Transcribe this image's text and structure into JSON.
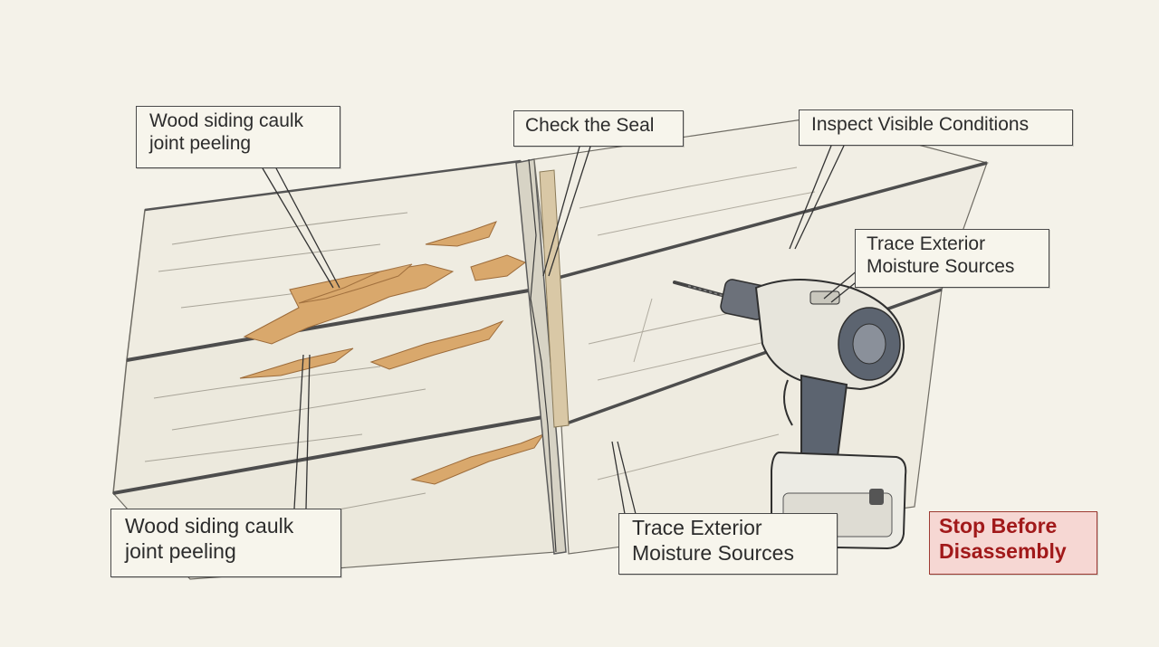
{
  "labels": {
    "caulk_top": "Wood siding caulk\njoint peeling",
    "check_seal": "Check the Seal",
    "inspect": "Inspect Visible Conditions",
    "trace_upper": "Trace Exterior\nMoisture Sources",
    "caulk_bottom": "Wood siding caulk\njoint peeling",
    "trace_lower": "Trace Exterior\nMoisture Sources",
    "stop": "Stop Before\nDisassembly"
  },
  "icons": {
    "tool": "cordless-drill-icon",
    "damage": "peeling-paint-patch"
  },
  "colors": {
    "background": "#f4f2e9",
    "ink": "#2c2c2c",
    "board": "#efece1",
    "peel": "#d9a86c",
    "warning_text": "#a1191a",
    "warning_fill": "#f6d7d3",
    "drill_body": "#e7e5dc",
    "drill_grip": "#5c6470"
  }
}
